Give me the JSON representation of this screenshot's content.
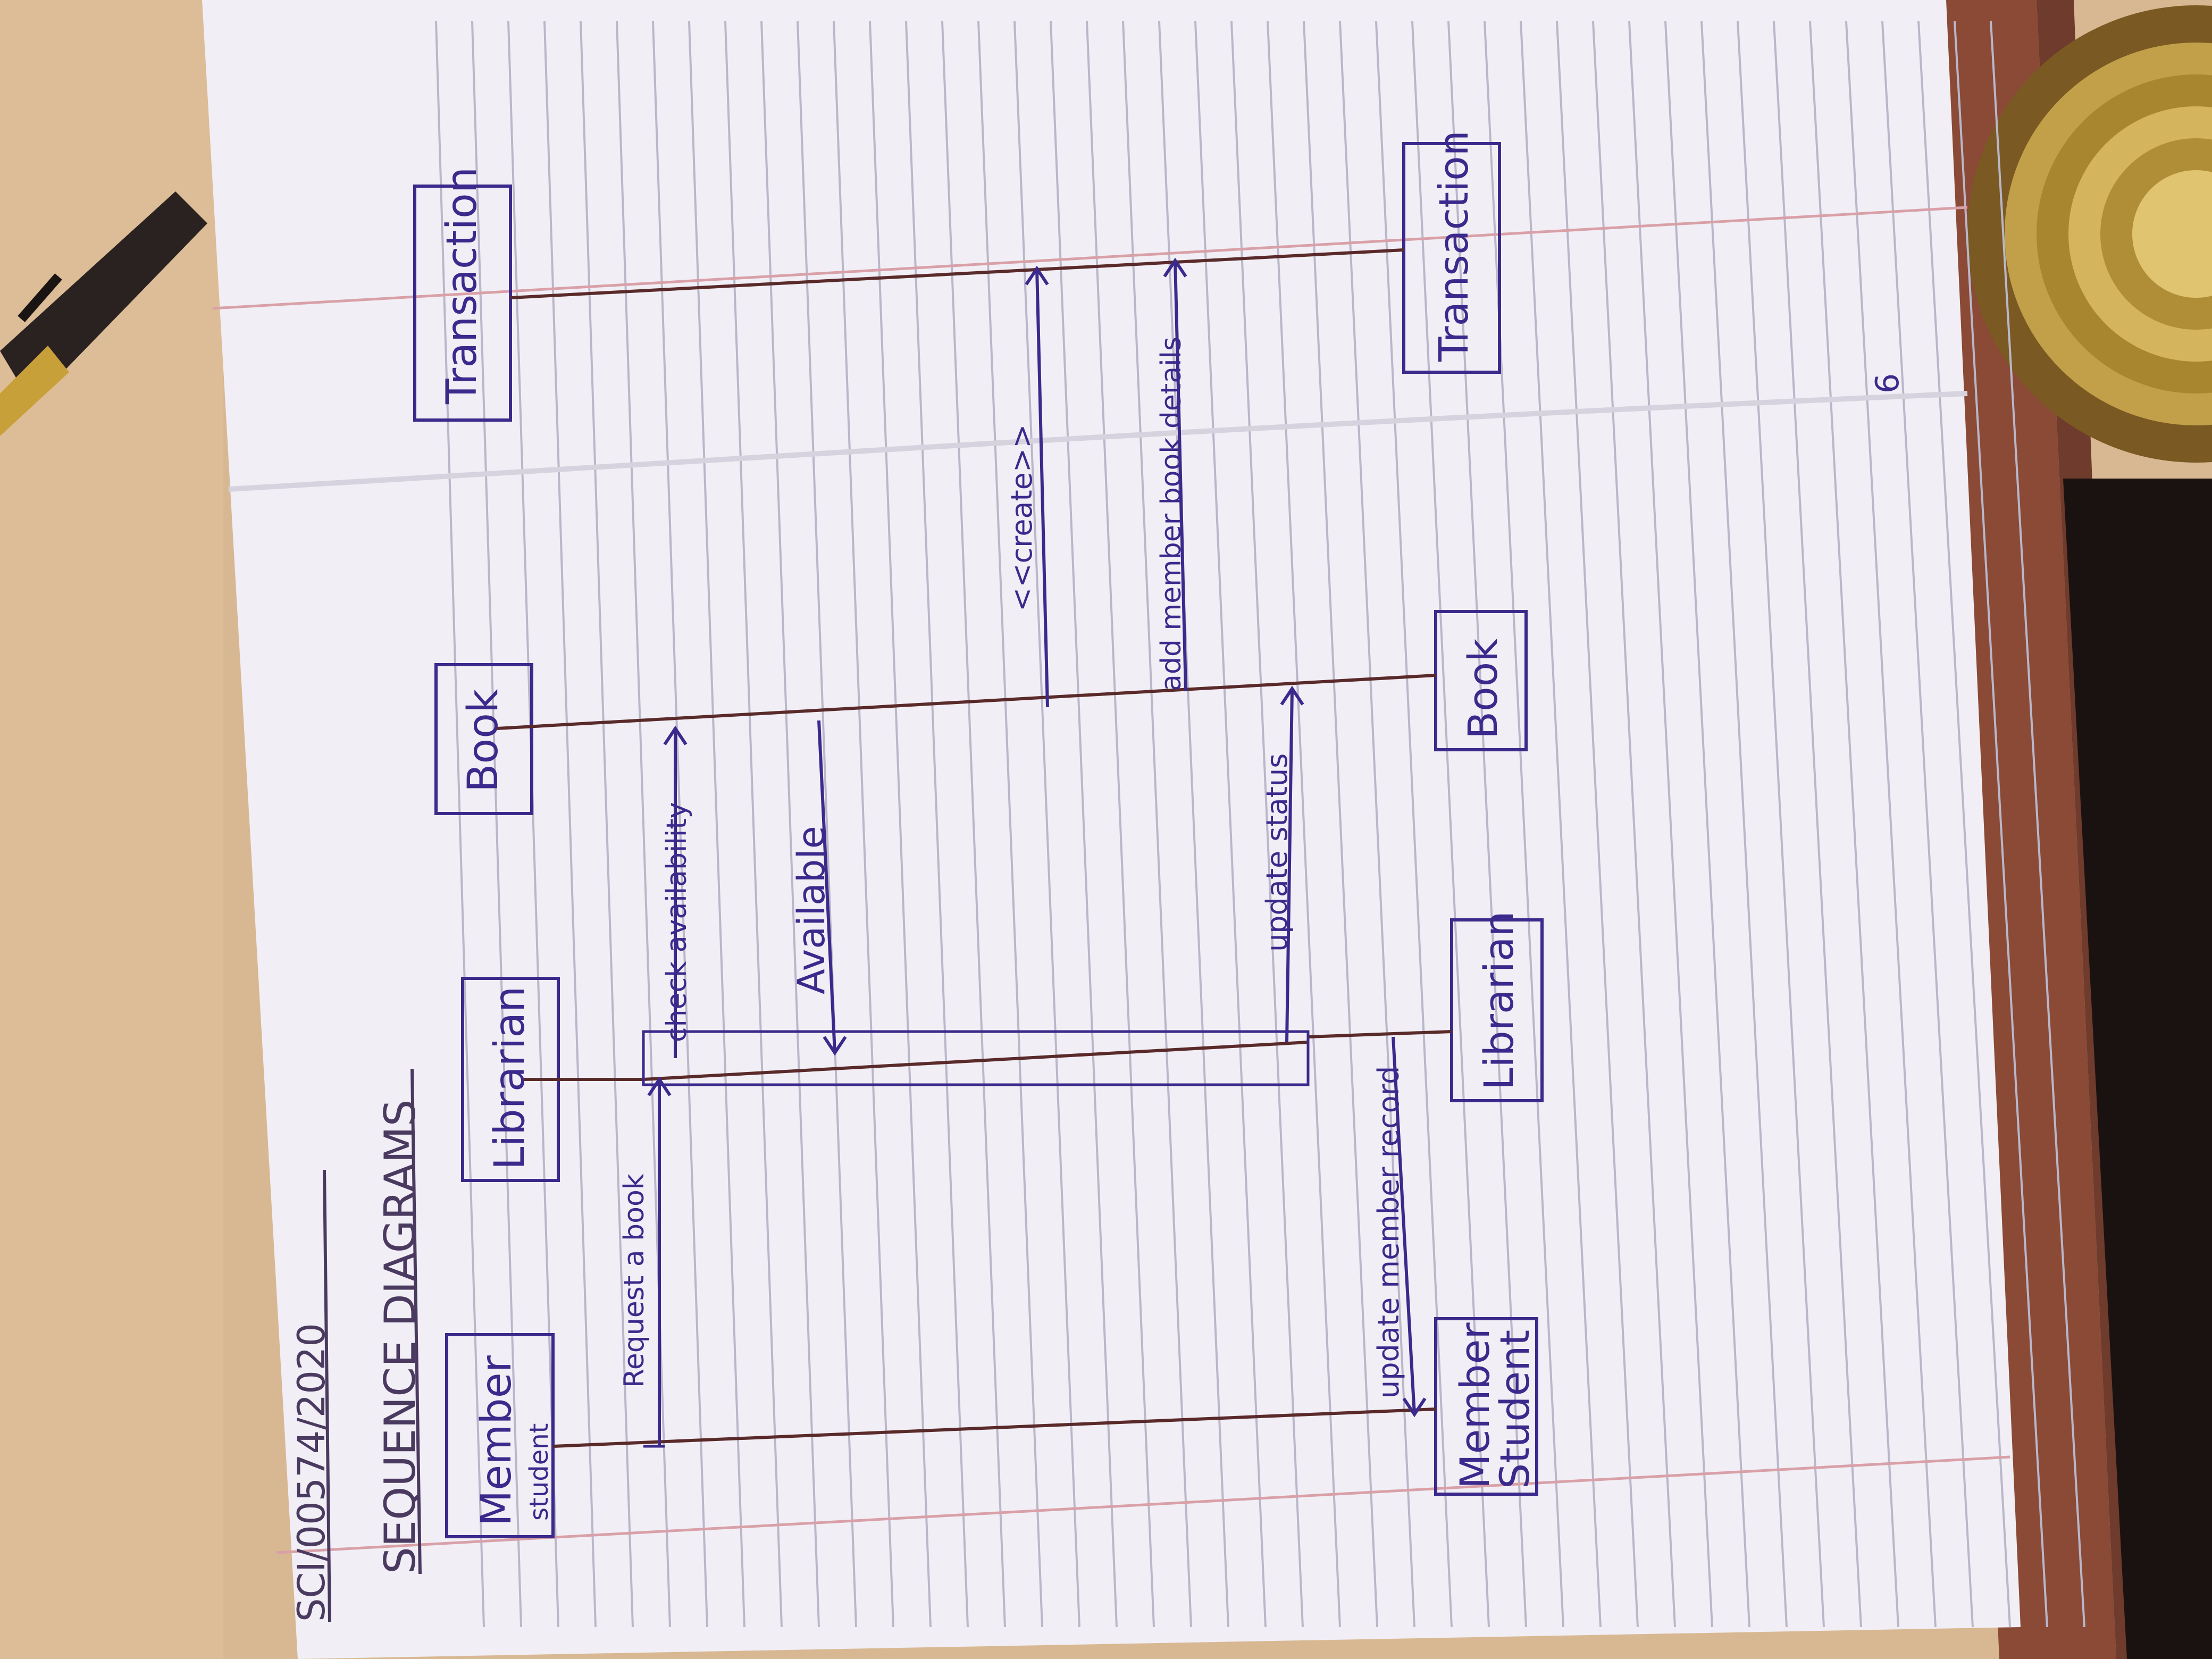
{
  "heading": {
    "reg_number": "SCI/00574/2020",
    "title": "SEQUENCE DIAGRAMS"
  },
  "lifelines": [
    {
      "label": "Member",
      "sublabel": "student",
      "bottom_label": "Member",
      "bottom_sublabel": "Student"
    },
    {
      "label": "Librarian",
      "bottom_label": "Librarian"
    },
    {
      "label": "Book",
      "bottom_label": "Book"
    },
    {
      "label": "Transaction",
      "bottom_label": "Transaction"
    }
  ],
  "messages": [
    {
      "label": "Request a book"
    },
    {
      "label": "check availability"
    },
    {
      "label": "Available"
    },
    {
      "label": "<<create>>"
    },
    {
      "label": "add member book details"
    },
    {
      "label": "update status"
    },
    {
      "label": "update member record"
    }
  ],
  "page_number": "6",
  "colors": {
    "ink_blue": "#3b2a8c",
    "lifeline_ink": "#5a2a2a",
    "paper": "#f3f1f6",
    "desk": "#d9bb93",
    "notebook_edge": "#8a4a36",
    "brass_object": "#c2a04a"
  }
}
